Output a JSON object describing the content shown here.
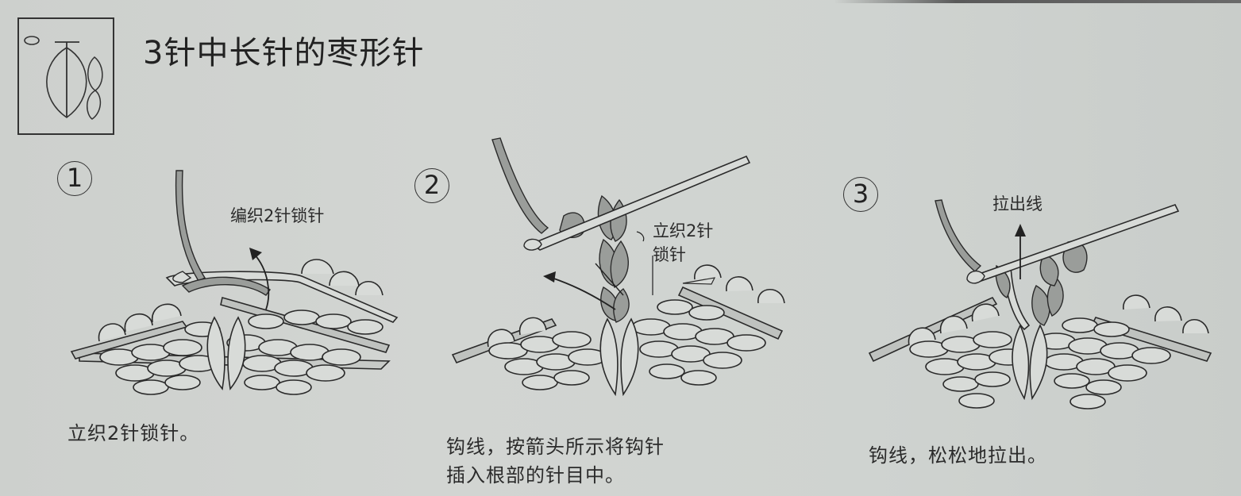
{
  "header": {
    "symbol_icon": "three-half-double-crochet-puff-stitch-symbol",
    "title": "3针中长针的枣形针"
  },
  "steps": [
    {
      "number": "1",
      "callouts": [
        "编织2针锁针"
      ],
      "caption_lines": [
        "立织2针锁针。"
      ]
    },
    {
      "number": "2",
      "callouts": [
        "立织2针",
        "锁针"
      ],
      "caption_lines": [
        "钩线，按箭头所示将钩针",
        "插入根部的针目中。"
      ]
    },
    {
      "number": "3",
      "callouts": [
        "拉出线"
      ],
      "caption_lines": [
        "钩线，松松地拉出。"
      ]
    }
  ],
  "colors": {
    "paper": "#cfd2cf",
    "ink": "#2a2a2a",
    "yarn_fill": "#9a9d9a",
    "stitch_fill": "#d8dbd8"
  }
}
